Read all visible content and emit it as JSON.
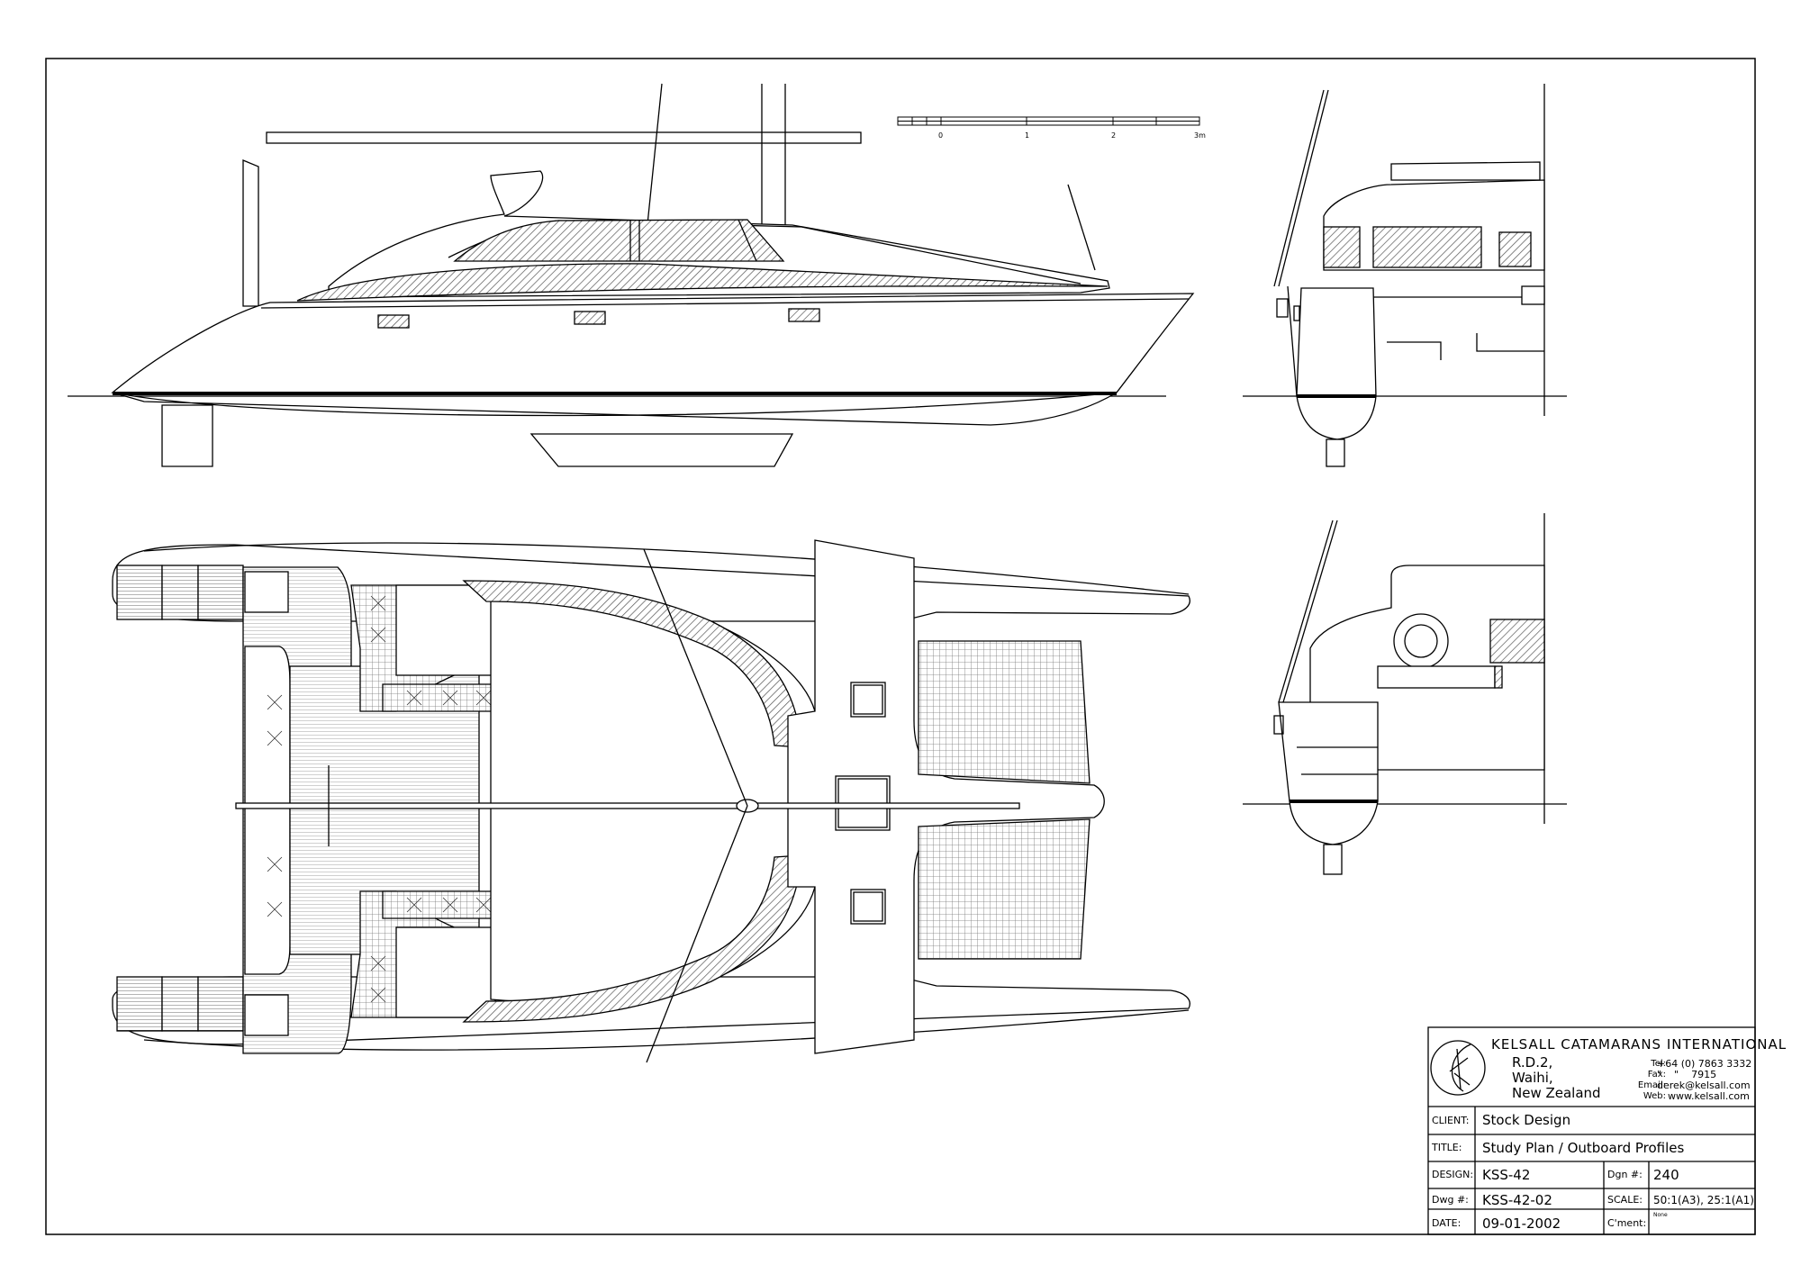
{
  "scale_bar": {
    "labels": [
      "0",
      "1",
      "2",
      "3m"
    ]
  },
  "title_block": {
    "company": "KELSALL CATAMARANS INTERNATIONAL",
    "address": [
      "R.D.2,",
      "Waihi,",
      "New Zealand"
    ],
    "contact_keys": [
      "Tel:",
      "Fax:",
      "Email:",
      "Web:"
    ],
    "contact_values": [
      "+64 (0) 7863 3332",
      "\"    \"    7915",
      "derek@kelsall.com",
      "www.kelsall.com"
    ],
    "client_label": "CLIENT:",
    "client": "Stock Design",
    "title_label": "TITLE:",
    "title": "Study Plan / Outboard Profiles",
    "design_label": "DESIGN:",
    "design": "KSS-42",
    "dgn_label": "Dgn #:",
    "dgn": "240",
    "dwg_label": "Dwg #:",
    "dwg": "KSS-42-02",
    "scale_label": "SCALE:",
    "scale": "50:1(A3), 25:1(A1)",
    "date_label": "DATE:",
    "date": "09-01-2002",
    "comment_label": "C'ment:",
    "comment": "None"
  }
}
